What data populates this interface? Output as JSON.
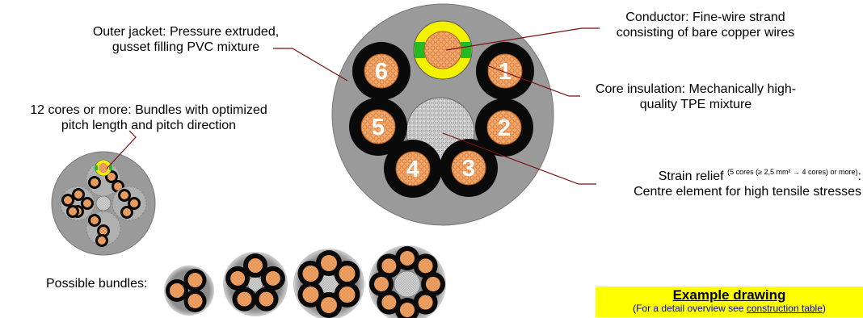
{
  "labels": {
    "outer_jacket_line1": "Outer jacket: Pressure extruded,",
    "outer_jacket_line2": "gusset filling PVC mixture",
    "cores12_line1": "12 cores or more: Bundles with optimized",
    "cores12_line2": "pitch length and pitch direction",
    "conductor_line1": "Conductor: Fine-wire strand",
    "conductor_line2": "consisting of bare copper wires",
    "insulation_line1": "Core insulation: Mechanically high-",
    "insulation_line2": "quality TPE mixture",
    "strain_main": "Strain relief ",
    "strain_sup": "(5 cores (≥ 2,5 mm² → 4 cores) or more)",
    "strain_colon": ":",
    "strain_line2": "Centre element for high tensile stresses",
    "bundles": "Possible bundles:"
  },
  "core_numbers": [
    "1",
    "2",
    "3",
    "4",
    "5",
    "6"
  ],
  "example": {
    "title": "Example drawing",
    "note_prefix": "(For a detail overview see ",
    "link": "construction table",
    "note_suffix": ")"
  },
  "colors": {
    "jacket": "#9a9a9a",
    "core_insulation": "#0a0a0a",
    "copper": "#f5a86a",
    "earth_yellow": "#f2f200",
    "earth_green": "#22bb22",
    "leader_line": "#7a1010",
    "banner": "#ffff00",
    "link": "#0000cc"
  }
}
